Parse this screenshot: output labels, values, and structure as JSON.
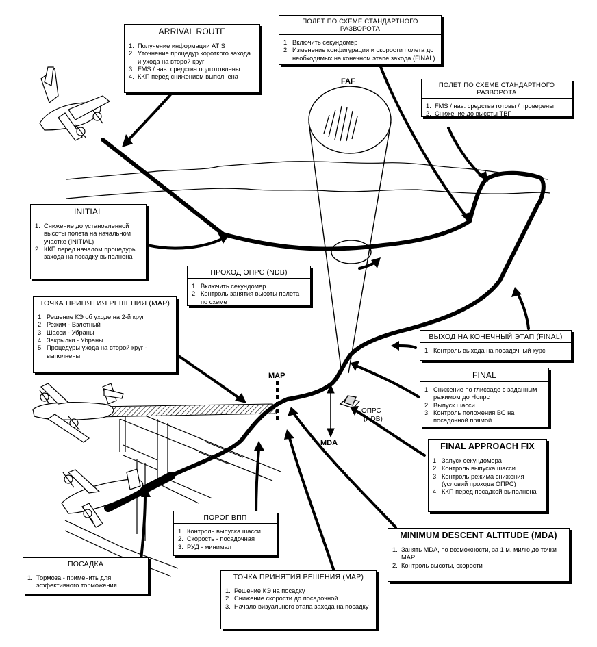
{
  "labels": {
    "faf": "FAF",
    "map": "MAP",
    "mda": "MDA",
    "ndb": [
      "ОПРС",
      "(NDB)"
    ]
  },
  "boxes": {
    "arrival": {
      "title": "ARRIVAL ROUTE",
      "items": [
        "Получение информации ATIS",
        "Уточнение процедур короткого захода и ухода на второй круг",
        "FMS / нав. средства подготовлены",
        "ККП перед снижением выполнена"
      ]
    },
    "procedure_turn_1": {
      "title": "ПОЛЕТ ПО СХЕМЕ СТАНДАРТНОГО РАЗВОРОТА",
      "items": [
        "Включить секундомер",
        "Изменение конфигурации и скорости полета до необходимых на конечном этапе захода (FINAL)"
      ]
    },
    "procedure_turn_2": {
      "title": "ПОЛЕТ ПО СХЕМЕ СТАНДАРТНОГО РАЗВОРОТА",
      "items": [
        "FMS / нав. средства готовы / проверены",
        "Снижение до высоты ТВГ"
      ]
    },
    "initial": {
      "title": "INITIAL",
      "items": [
        "Снижение до установленной высоты полета на начальном участке (INITIAL)",
        "ККП перед началом процедуры захода на посадку выполнена"
      ]
    },
    "ndb_pass": {
      "title": "ПРОХОД ОПРС (NDB)",
      "items": [
        "Включить секундомер",
        "Контроль занятия высоты полета по схеме"
      ]
    },
    "map_goaround": {
      "title": "ТОЧКА ПРИНЯТИЯ РЕШЕНИЯ (MAP)",
      "items": [
        "Решение КЭ об уходе на 2-й круг",
        "Режим - Взлетный",
        "Шасси - Убраны",
        "Закрылки - Убраны",
        "Процедуры ухода на второй круг - выполнены"
      ]
    },
    "final_exit": {
      "title": "ВЫХОД НА КОНЕЧНЫЙ ЭТАП (FINAL)",
      "items": [
        "Контроль выхода на посадочный курс"
      ]
    },
    "final": {
      "title": "FINAL",
      "items": [
        "Снижение по глиссаде с заданным режимом до Нопрс",
        "Выпуск шасси",
        "Контроль положения ВС на посадочной прямой"
      ]
    },
    "faf_box": {
      "title": "FINAL APPROACH FIX",
      "items": [
        "Запуск секундомера",
        "Контроль выпуска шасси",
        "Контроль режима снижения (условий прохода ОПРС)",
        "ККП перед посадкой выполнена"
      ]
    },
    "mda_box": {
      "title": "MINIMUM DESCENT ALTITUDE (MDA)",
      "items": [
        "Занять MDA, по возможности, за 1 м. милю до точки MAP",
        "Контроль высоты, скорости"
      ]
    },
    "threshold": {
      "title": "ПОРОГ ВПП",
      "items": [
        "Контроль выпуска шасси",
        "Скорость - посадочная",
        "РУД - минимал"
      ]
    },
    "landing": {
      "title": "ПОСАДКА",
      "items": [
        "Тормоза - применить для эффективного торможения"
      ]
    },
    "map_landing": {
      "title": "ТОЧКА ПРИНЯТИЯ РЕШЕНИЯ (MAP)",
      "items": [
        "Решение КЭ на посадку",
        "Снижение скорости до посадочной",
        "Начало визуального этапа захода на посадку"
      ]
    }
  }
}
